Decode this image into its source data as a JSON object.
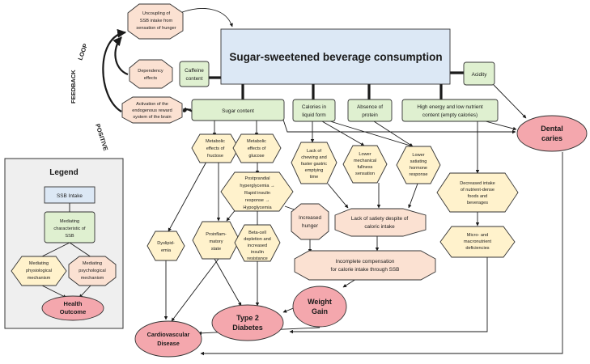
{
  "main": {
    "title": "Sugar-sweetened beverage consumption"
  },
  "feedback_loop": {
    "lines": [
      "POSITIVE",
      "FEEDBACK",
      "LOOP"
    ],
    "nodes": {
      "uncoupling": [
        "Uncoupling of",
        "SSB intake from",
        "sensation of hunger"
      ],
      "dependency": [
        "Dependency",
        "effects"
      ],
      "activation": [
        "Activation of the",
        "endogenous reward",
        "system of the brain"
      ]
    }
  },
  "characteristics": {
    "caffeine": [
      "Caffeine",
      "content"
    ],
    "acidity": "Acidity",
    "sugar": "Sugar content",
    "calories": [
      "Calories in",
      "liquid form"
    ],
    "protein": [
      "Absence of",
      "protein"
    ],
    "energy": [
      "High energy and low nutrient",
      "content (empty calories)"
    ]
  },
  "mechanisms": {
    "fructose": [
      "Metabolic",
      "effects of",
      "fructose"
    ],
    "glucose": [
      "Metabolic",
      "effects of",
      "glucose"
    ],
    "chewing": [
      "Lack of",
      "chewing and",
      "faster gastric",
      "emptying",
      "time"
    ],
    "fullness": [
      "Lower",
      "mechanical",
      "fullness",
      "sensation"
    ],
    "hormone": [
      "Lower",
      "satiating",
      "hormone",
      "response"
    ],
    "postprandial": [
      "Postprandial",
      "hyperglycemia →",
      "Rapid insulin",
      "response →",
      "Hypoglycemia"
    ],
    "dyslipidemia": [
      "Dyslipid-",
      "emia"
    ],
    "proinflammatory": [
      "Proinflam-",
      "matory",
      "state"
    ],
    "betacell": [
      "Beta-cell",
      "depletion and",
      "increased",
      "insulin",
      "resistance"
    ],
    "nutrient_dense": [
      "Decreased intake",
      "of nutrient-dense",
      "foods and",
      "beverages"
    ],
    "micro": [
      "Micro- and",
      "macronutrient",
      "deficiencies"
    ]
  },
  "intermediate": {
    "hunger": [
      "Increased",
      "hunger"
    ],
    "satiety": [
      "Lack of satiety despite of",
      "caloric intake"
    ],
    "compensation": [
      "Incomplete compensation",
      "for calorie intake through SSB"
    ]
  },
  "outcomes": {
    "dental": [
      "Dental",
      "caries"
    ],
    "weight": [
      "Weight",
      "Gain"
    ],
    "diabetes": [
      "Type 2",
      "Diabetes"
    ],
    "cvd": [
      "Cardiovascular",
      "Disease"
    ]
  },
  "legend": {
    "title": "Legend",
    "intake": "SSB Intake",
    "characteristic": [
      "Mediating",
      "characteristic of",
      "SSB"
    ],
    "physiological": [
      "Mediating",
      "physiological",
      "mechanism"
    ],
    "psychological": [
      "Mediating",
      "psychological",
      "mechanism"
    ],
    "outcome": [
      "Health",
      "Outcome"
    ]
  },
  "colors": {
    "intake": "#dce8f5",
    "characteristic": "#dff0d0",
    "physiological": "#fff2cc",
    "psychological": "#fbe1d2",
    "outcome": "#f4a7ad",
    "legend_bg": "#efefef"
  }
}
